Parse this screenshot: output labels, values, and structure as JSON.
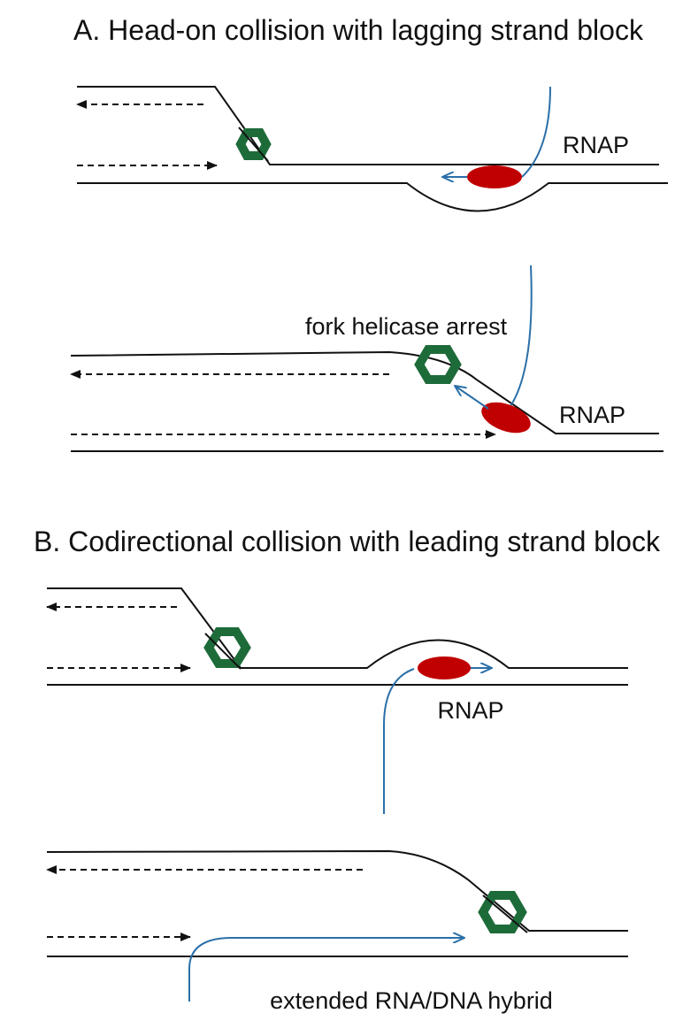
{
  "panels": {
    "a": {
      "title": "A. Head-on collision with lagging strand block",
      "top_rnap_label": "RNAP",
      "arrest_label": "fork helicase arrest",
      "bottom_rnap_label": "RNAP"
    },
    "b": {
      "title": "B. Codirectional collision with leading strand block",
      "rnap_label": "RNAP",
      "hybrid_label": "extended RNA/DNA hybrid"
    }
  },
  "colors": {
    "strand": "#111111",
    "helicase": "#1e6b3a",
    "rnap": "#c00000",
    "rna": "#2a6fa8"
  }
}
